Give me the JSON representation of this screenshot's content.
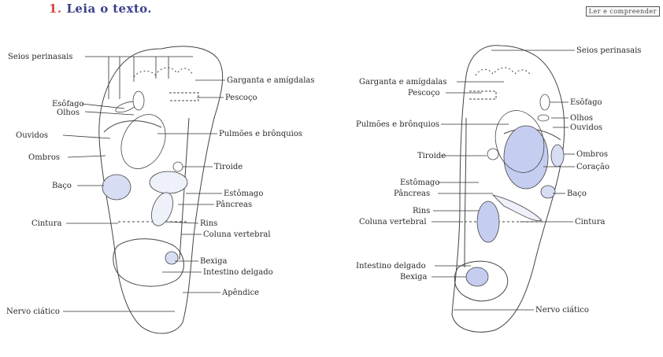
{
  "header": {
    "number": "1.",
    "title": "Leia o texto.",
    "badge": "Ler e compreender"
  },
  "left_foot": {
    "labels": {
      "seios_perinasais": "Seios perinasais",
      "garganta": "Garganta e amígdalas",
      "pescoco": "Pescoço",
      "esofago": "Esôfago",
      "olhos": "Olhos",
      "ouvidos": "Ouvidos",
      "pulmoes": "Pulmões e brônquios",
      "ombros": "Ombros",
      "tiroide": "Tiroide",
      "baco": "Baço",
      "estomago": "Estômago",
      "pancreas": "Pâncreas",
      "rins": "Rins",
      "cintura": "Cintura",
      "coluna": "Coluna vertebral",
      "bexiga": "Bexiga",
      "intestino": "Intestino delgado",
      "apendice": "Apêndice",
      "nervo": "Nervo ciático"
    }
  },
  "right_foot": {
    "labels": {
      "seios_perinasais": "Seios perinasais",
      "garganta": "Garganta e amígdalas",
      "pescoco": "Pescoço",
      "esofago": "Esôfago",
      "olhos": "Olhos",
      "ouvidos": "Ouvidos",
      "pulmoes": "Pulmões e brônquios",
      "tiroide": "Tiroide",
      "ombros": "Ombros",
      "coracao": "Coração",
      "estomago": "Estômago",
      "pancreas": "Pâncreas",
      "baco": "Baço",
      "rins": "Rins",
      "coluna": "Coluna vertebral",
      "cintura": "Cintura",
      "intestino": "Intestino delgado",
      "bexiga": "Bexiga",
      "nervo": "Nervo ciático"
    }
  },
  "colors": {
    "zone_fill": "#d7ddf3",
    "outline": "#444444",
    "title_number": "#d9453a",
    "title_text": "#3b3f8c"
  }
}
